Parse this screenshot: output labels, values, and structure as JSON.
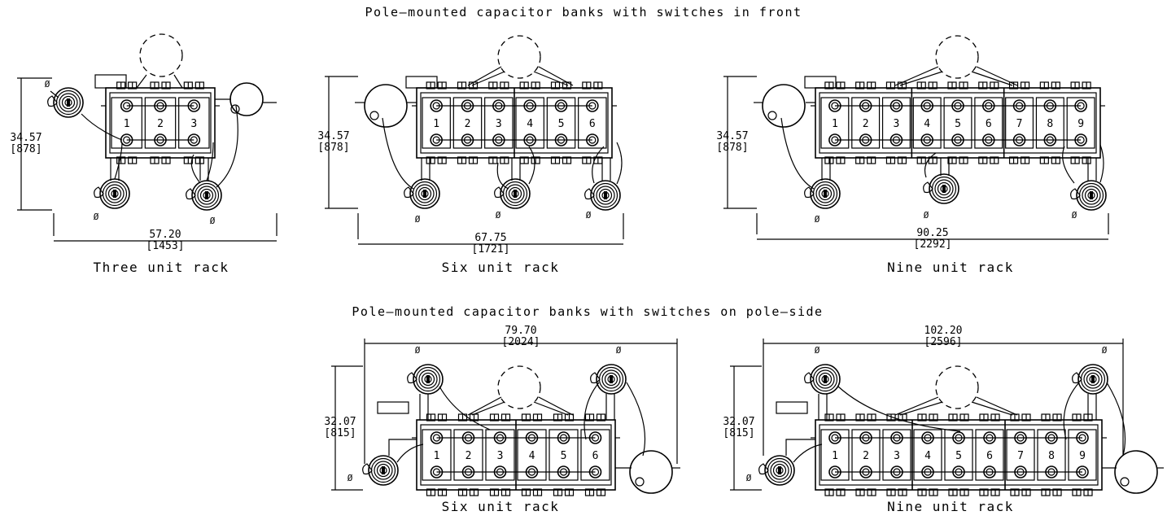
{
  "diagram": {
    "headings": {
      "front": "Pole—mounted capacitor banks with switches in front",
      "pole_side": "Pole—mounted capacitor banks with switches on pole—side"
    },
    "phi_symbol": "Ø",
    "racks": [
      {
        "caption": "Three unit rack",
        "units": [
          "1",
          "2",
          "3"
        ],
        "width_dim": "57.20",
        "width_dim_metric": "[1453]",
        "height_dim": "34.57",
        "height_dim_metric": "[878]"
      },
      {
        "caption": "Six unit rack",
        "units": [
          "1",
          "2",
          "3",
          "4",
          "5",
          "6"
        ],
        "width_dim": "67.75",
        "width_dim_metric": "[1721]",
        "height_dim": "34.57",
        "height_dim_metric": "[878]"
      },
      {
        "caption": "Nine unit rack",
        "units": [
          "1",
          "2",
          "3",
          "4",
          "5",
          "6",
          "7",
          "8",
          "9"
        ],
        "width_dim": "90.25",
        "width_dim_metric": "[2292]",
        "height_dim": "34.57",
        "height_dim_metric": "[878]"
      },
      {
        "caption": "Six unit rack",
        "units": [
          "1",
          "2",
          "3",
          "4",
          "5",
          "6"
        ],
        "width_dim": "79.70",
        "width_dim_metric": "[2024]",
        "height_dim": "32.07",
        "height_dim_metric": "[815]"
      },
      {
        "caption": "Nine unit rack",
        "units": [
          "1",
          "2",
          "3",
          "4",
          "5",
          "6",
          "7",
          "8",
          "9"
        ],
        "width_dim": "102.20",
        "width_dim_metric": "[2596]",
        "height_dim": "32.07",
        "height_dim_metric": "[815]"
      }
    ]
  }
}
